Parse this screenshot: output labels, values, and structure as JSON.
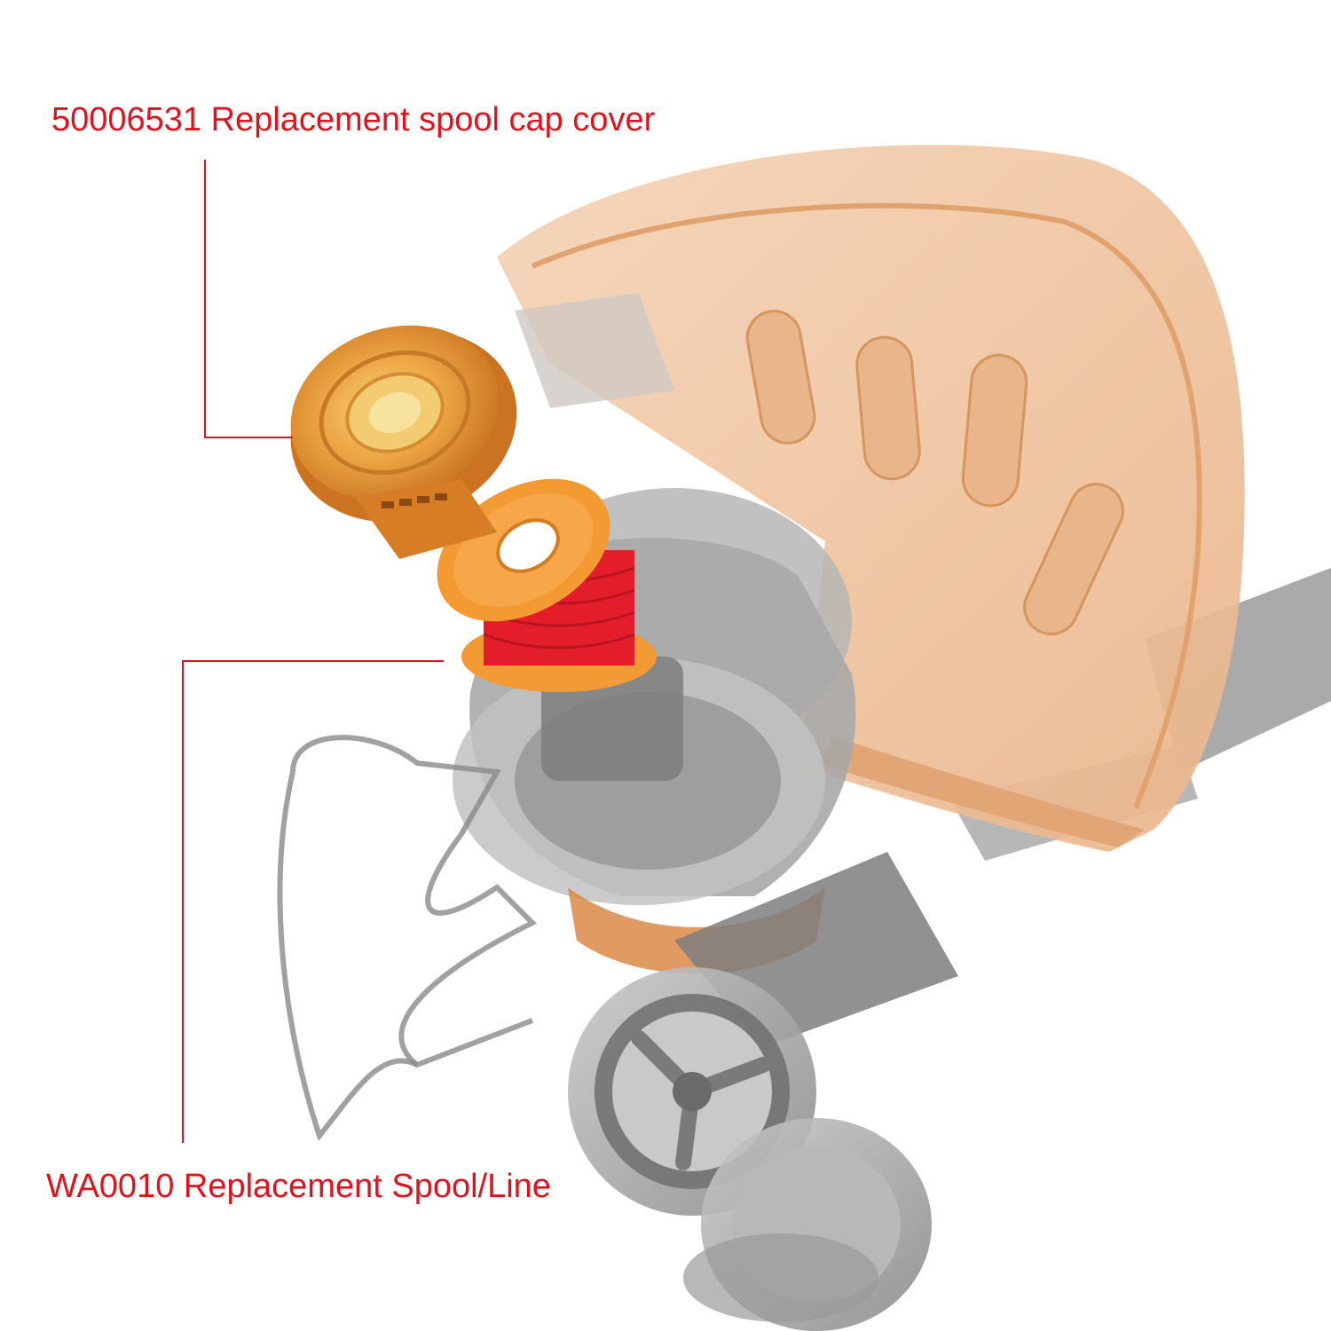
{
  "callouts": {
    "cap_cover": {
      "text": "50006531 Replacement spool cap cover"
    },
    "spool_line": {
      "text": "WA0010 Replacement Spool/Line"
    }
  },
  "colors": {
    "label_red": "#e0121b",
    "leader_red": "#d8141c",
    "guard_orange": "#f1c7a0",
    "guard_orange_dark": "#e4a878",
    "cap_orange": "#e98b2a",
    "spool_orange": "#f39a32",
    "line_red": "#e41d2b",
    "body_gray": "#9a9a9a",
    "wheel_gray": "#7a7a7a"
  },
  "icons": [
    "trimmer-guard-illustration",
    "spool-cap-cover-illustration",
    "spool-line-illustration",
    "trimmer-head-illustration",
    "wheel-illustration"
  ]
}
